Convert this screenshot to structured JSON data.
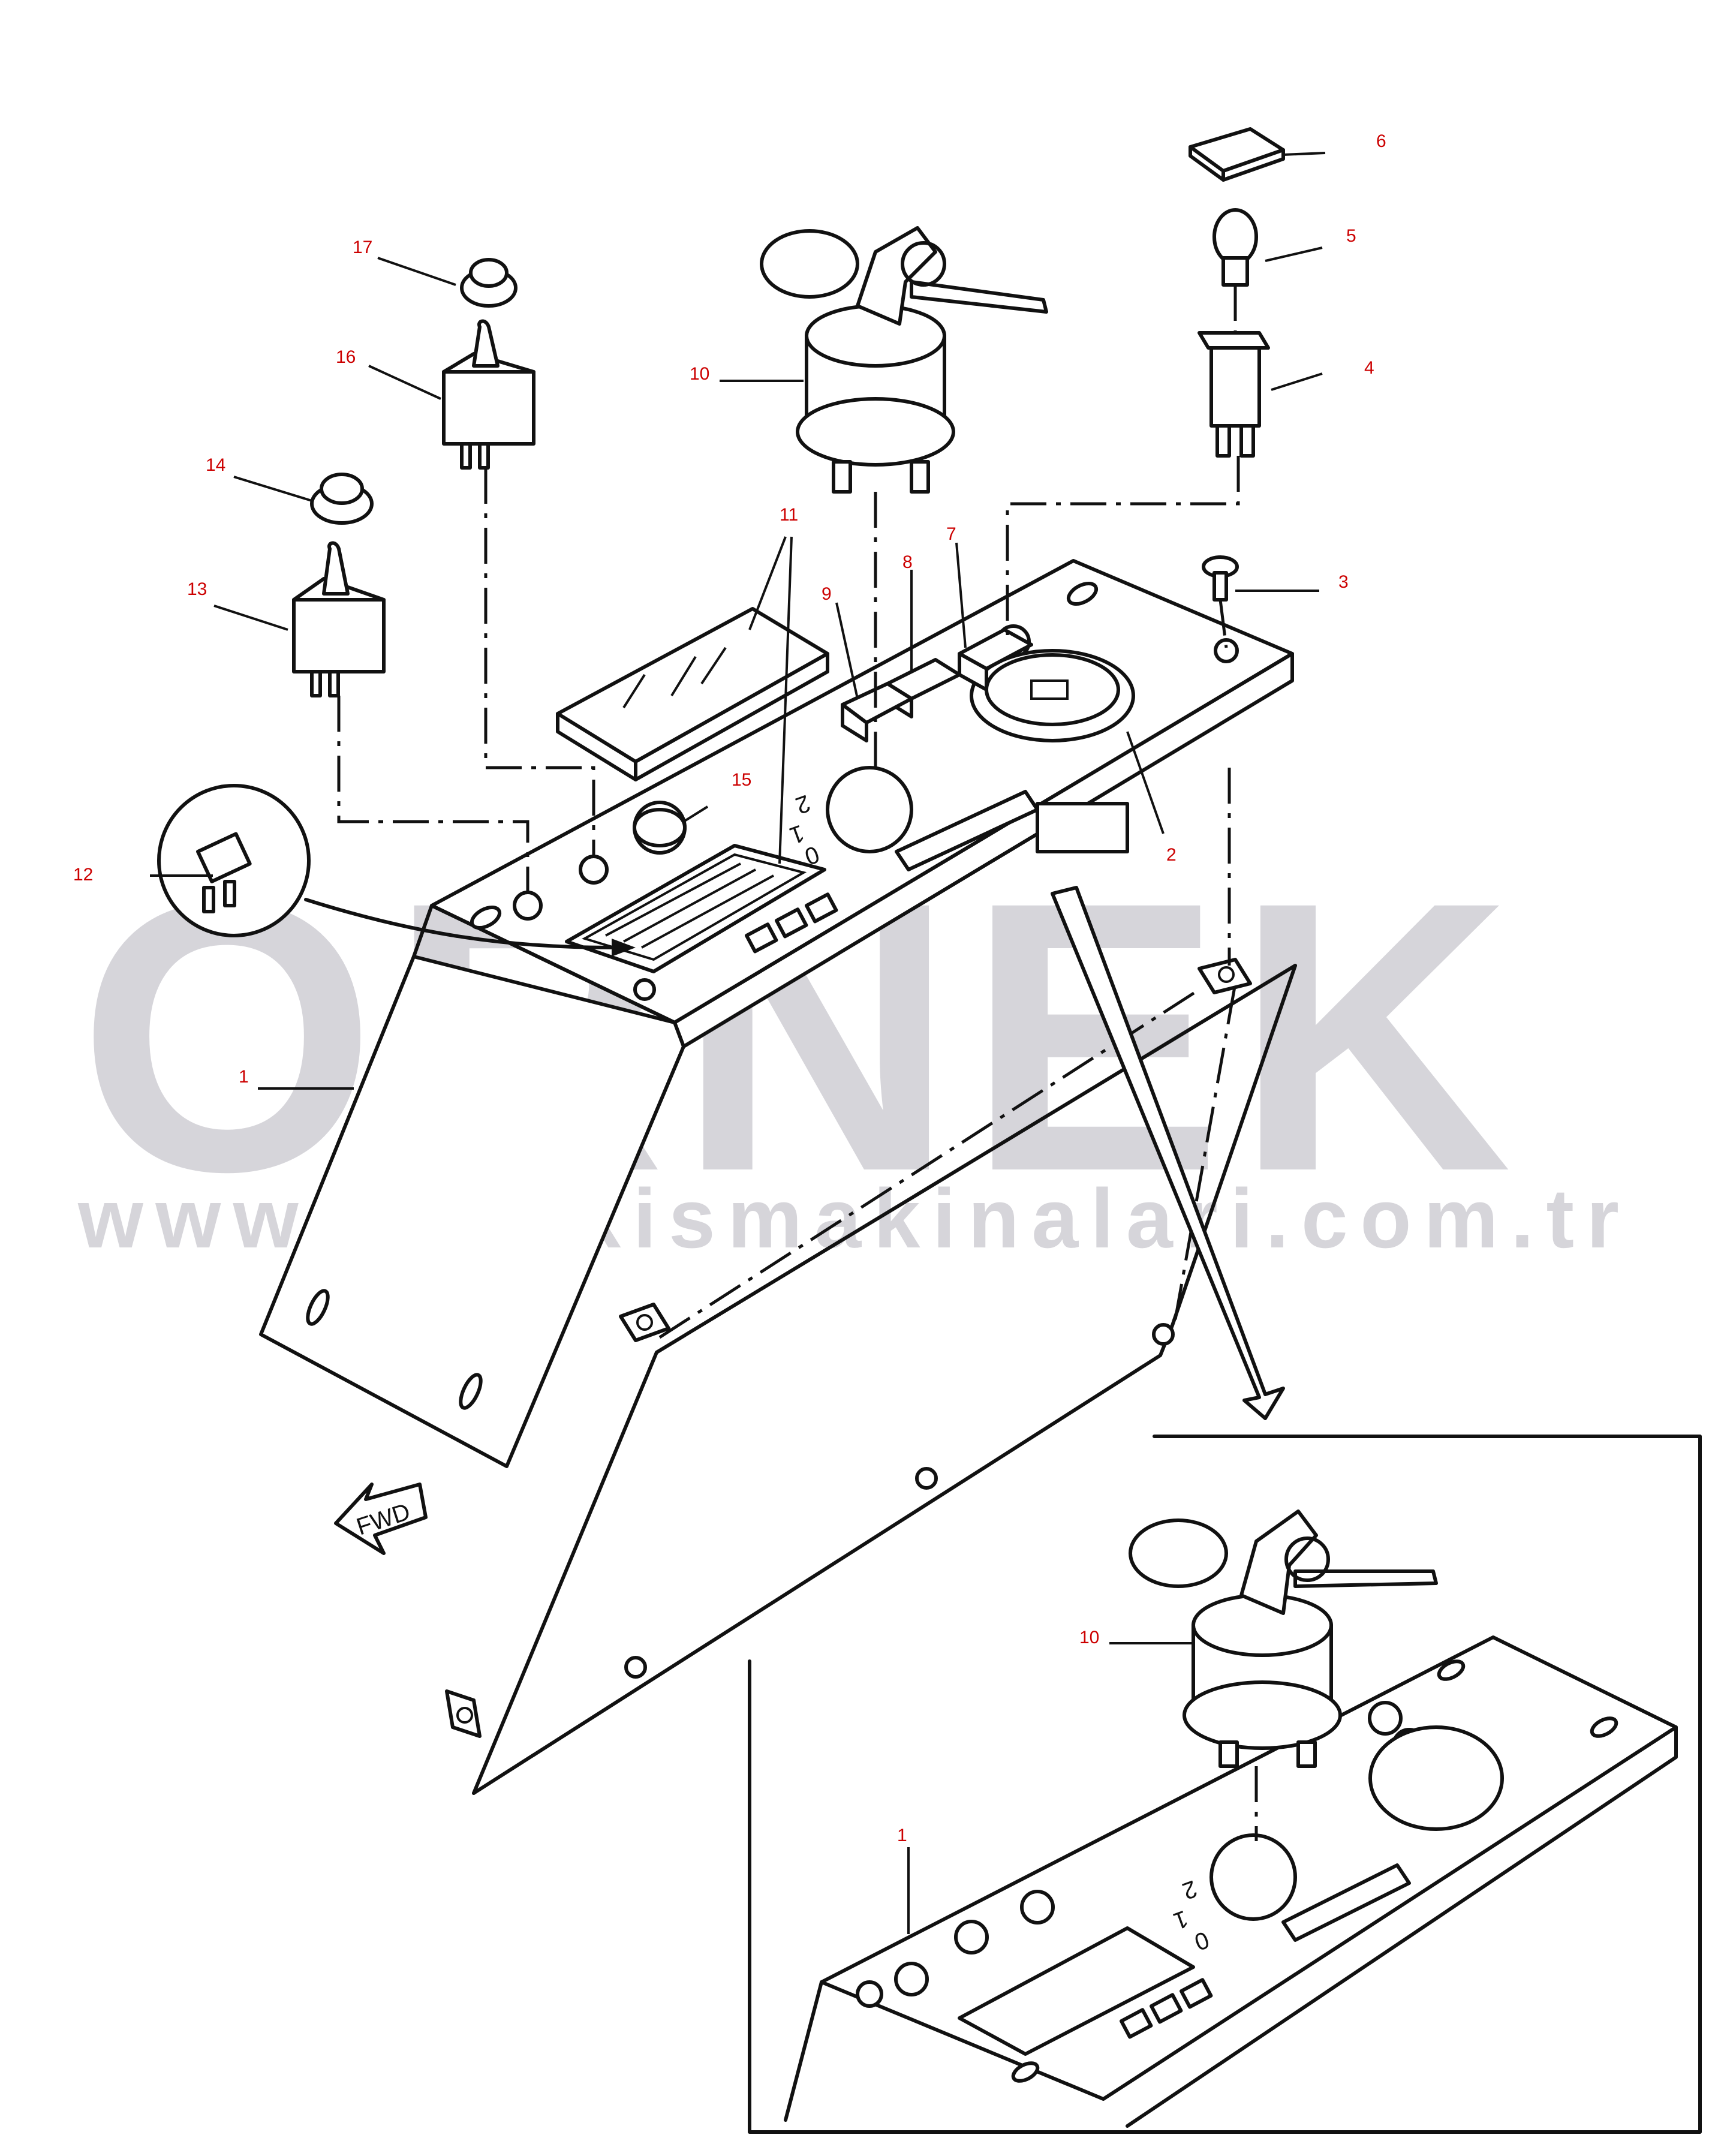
{
  "watermark": {
    "brand": "ÖRNEK",
    "url": "www.ornekismakinalari.com.tr"
  },
  "panel_marks": {
    "key_positions": [
      "2",
      "1",
      "0"
    ],
    "direction_arrow": "FWD"
  },
  "colors": {
    "callout": "#cc0000",
    "line": "#111111",
    "watermark": "#d6d5da"
  },
  "callouts": [
    {
      "id": "part-1",
      "label": "1"
    },
    {
      "id": "part-2",
      "label": "2"
    },
    {
      "id": "part-3",
      "label": "3"
    },
    {
      "id": "part-4",
      "label": "4"
    },
    {
      "id": "part-5",
      "label": "5"
    },
    {
      "id": "part-6",
      "label": "6"
    },
    {
      "id": "part-7",
      "label": "7"
    },
    {
      "id": "part-8",
      "label": "8"
    },
    {
      "id": "part-9",
      "label": "9"
    },
    {
      "id": "part-10",
      "label": "10"
    },
    {
      "id": "part-11",
      "label": "11"
    },
    {
      "id": "part-12",
      "label": "12"
    },
    {
      "id": "part-13",
      "label": "13"
    },
    {
      "id": "part-14",
      "label": "14"
    },
    {
      "id": "part-15",
      "label": "15"
    },
    {
      "id": "part-16",
      "label": "16"
    },
    {
      "id": "part-17",
      "label": "17"
    },
    {
      "id": "inset-part-10",
      "label": "10"
    },
    {
      "id": "inset-part-1",
      "label": "1"
    }
  ]
}
